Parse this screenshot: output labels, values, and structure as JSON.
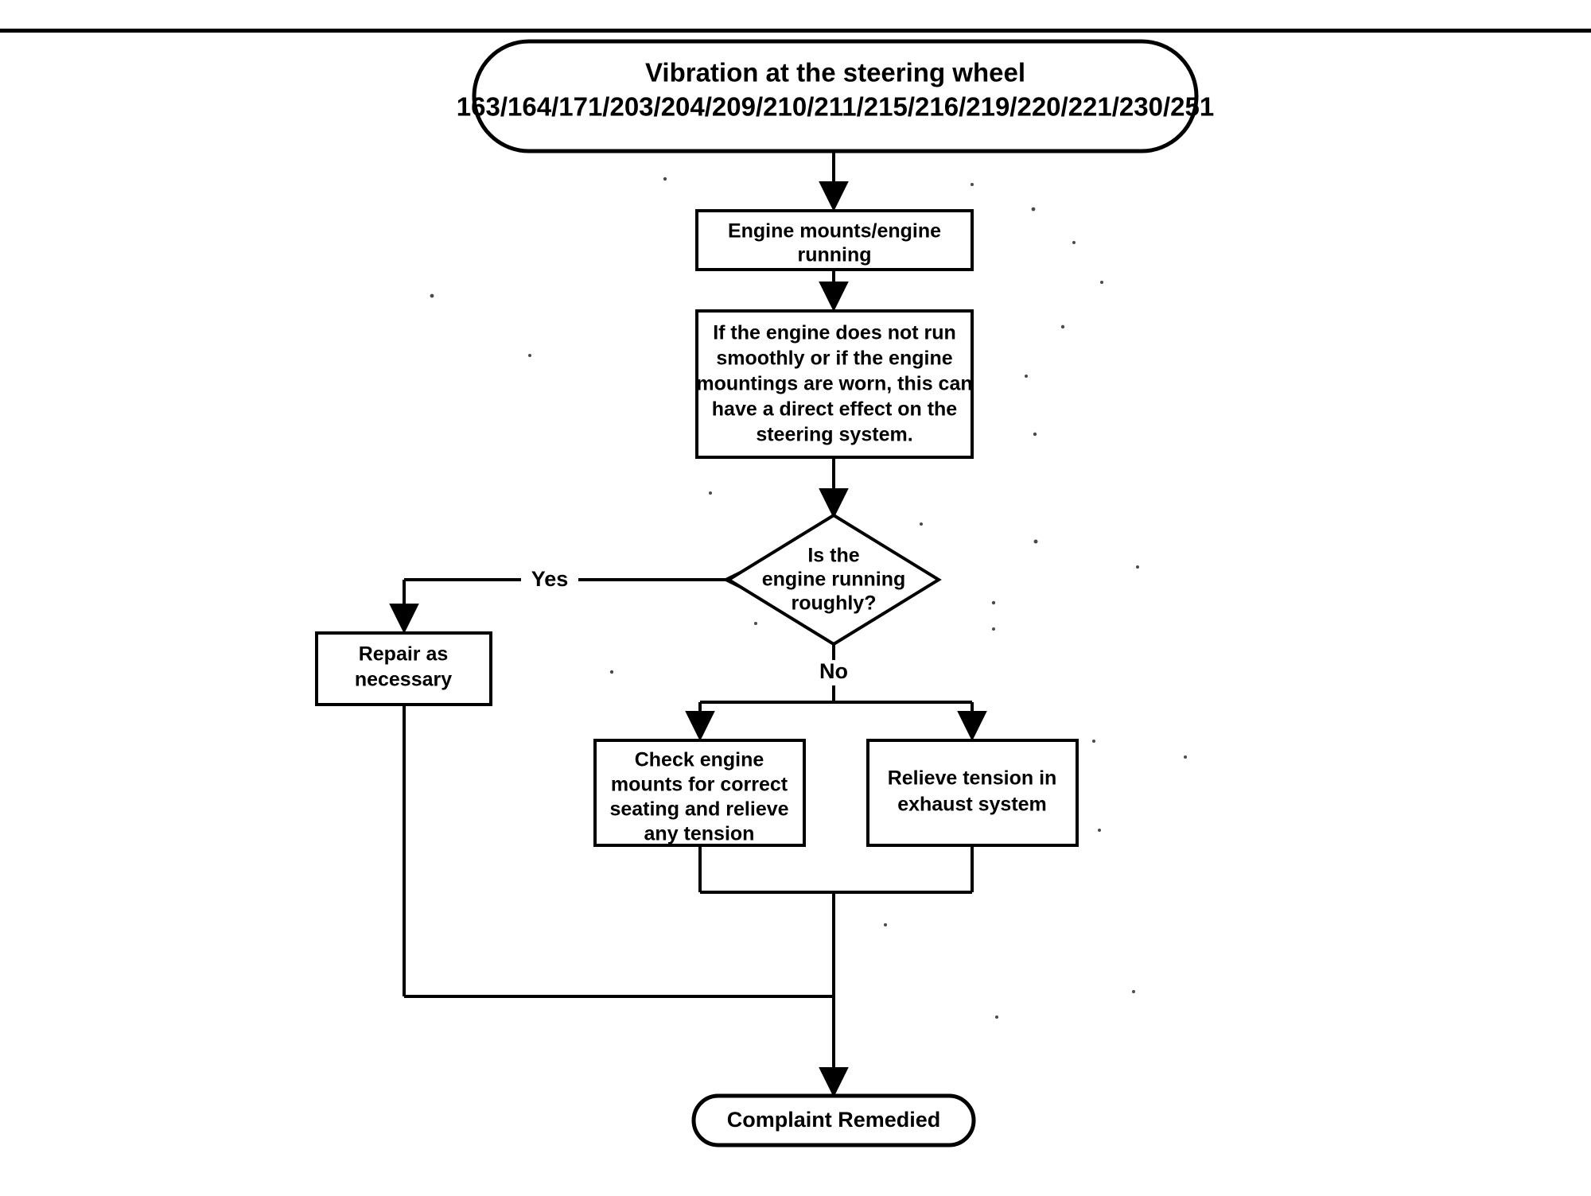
{
  "document": {
    "title": "Vibration at the steering wheel",
    "top_rule_color": "#000000",
    "background_color": "#ffffff",
    "ink_color": "#000000"
  },
  "chart_data": {
    "type": "diagram",
    "diagram_type": "flowchart",
    "title": "Vibration at the steering wheel",
    "orientation": "top-to-bottom",
    "nodes": [
      {
        "id": "start",
        "shape": "terminal",
        "line1": "Vibration at the steering wheel",
        "line2": "163/164/171/203/204/209/210/211/215/216/219/220/221/230/251"
      },
      {
        "id": "engine-mounts",
        "shape": "process",
        "lines": [
          "Engine mounts/engine",
          "running"
        ]
      },
      {
        "id": "note",
        "shape": "process",
        "lines": [
          "If the engine does not run",
          "smoothly or if the engine",
          "mountings are worn, this can",
          "have a direct effect on the",
          "steering system."
        ]
      },
      {
        "id": "decision",
        "shape": "decision",
        "lines": [
          "Is the",
          "engine running",
          "roughly?"
        ]
      },
      {
        "id": "repair",
        "shape": "process",
        "lines": [
          "Repair as",
          "necessary"
        ]
      },
      {
        "id": "check-mounts",
        "shape": "process",
        "lines": [
          "Check engine",
          "mounts for correct",
          "seating and relieve",
          "any tension"
        ]
      },
      {
        "id": "relieve-exhaust",
        "shape": "process",
        "lines": [
          "Relieve tension in",
          "exhaust system"
        ]
      },
      {
        "id": "end",
        "shape": "terminal",
        "lines": [
          "Complaint Remedied"
        ]
      }
    ],
    "edges": [
      {
        "from": "start",
        "to": "engine-mounts",
        "label": ""
      },
      {
        "from": "engine-mounts",
        "to": "note",
        "label": ""
      },
      {
        "from": "note",
        "to": "decision",
        "label": ""
      },
      {
        "from": "decision",
        "to": "repair",
        "label": "Yes"
      },
      {
        "from": "decision",
        "to": "check-mounts",
        "label": "No"
      },
      {
        "from": "decision",
        "to": "relieve-exhaust",
        "label": "No"
      },
      {
        "from": "check-mounts",
        "to": "end",
        "label": ""
      },
      {
        "from": "relieve-exhaust",
        "to": "end",
        "label": ""
      },
      {
        "from": "repair",
        "to": "end",
        "label": ""
      }
    ],
    "labels": {
      "yes": "Yes",
      "no": "No"
    }
  },
  "nodes": {
    "start": {
      "title": "Vibration at the steering wheel",
      "codes": "163/164/171/203/204/209/210/211/215/216/219/220/221/230/251"
    },
    "engine_mounts": {
      "line1": "Engine mounts/engine",
      "line2": "running"
    },
    "note": {
      "line1": "If the engine does not run",
      "line2": "smoothly or if the engine",
      "line3": "mountings are worn, this can",
      "line4": "have a direct effect on the",
      "line5": "steering system."
    },
    "decision": {
      "line1": "Is the",
      "line2": "engine running",
      "line3": "roughly?"
    },
    "repair": {
      "line1": "Repair as",
      "line2": "necessary"
    },
    "check_mounts": {
      "line1": "Check engine",
      "line2": "mounts for correct",
      "line3": "seating and relieve",
      "line4": "any tension"
    },
    "relieve_exhaust": {
      "line1": "Relieve tension in",
      "line2": "exhaust system"
    },
    "end": {
      "label": "Complaint Remedied"
    }
  },
  "edge_labels": {
    "yes": "Yes",
    "no": "No"
  }
}
